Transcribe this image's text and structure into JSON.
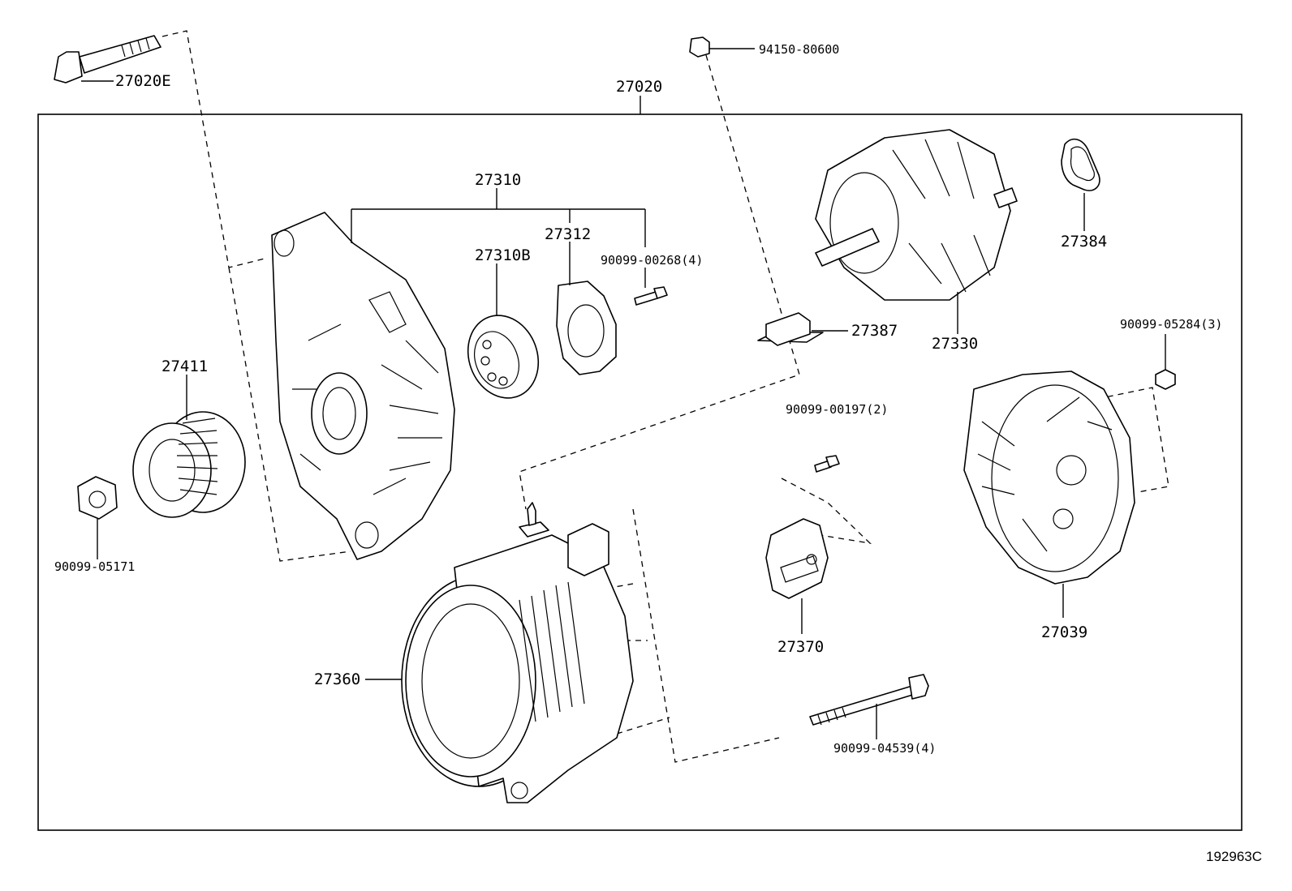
{
  "diagram": {
    "assembly_number": "27020",
    "reference_code": "192963C",
    "parts": {
      "p27020E": "27020E",
      "p94150": "94150-80600",
      "p27310": "27310",
      "p27310B": "27310B",
      "p27312": "27312",
      "p90099_00268": "90099-00268(4)",
      "p27411": "27411",
      "p90099_05171": "90099-05171",
      "p27387": "27387",
      "p27330": "27330",
      "p27384": "27384",
      "p90099_05284": "90099-05284(3)",
      "p90099_00197": "90099-00197(2)",
      "p27370": "27370",
      "p27039": "27039",
      "p27360": "27360",
      "p90099_04539": "90099-04539(4)"
    }
  }
}
